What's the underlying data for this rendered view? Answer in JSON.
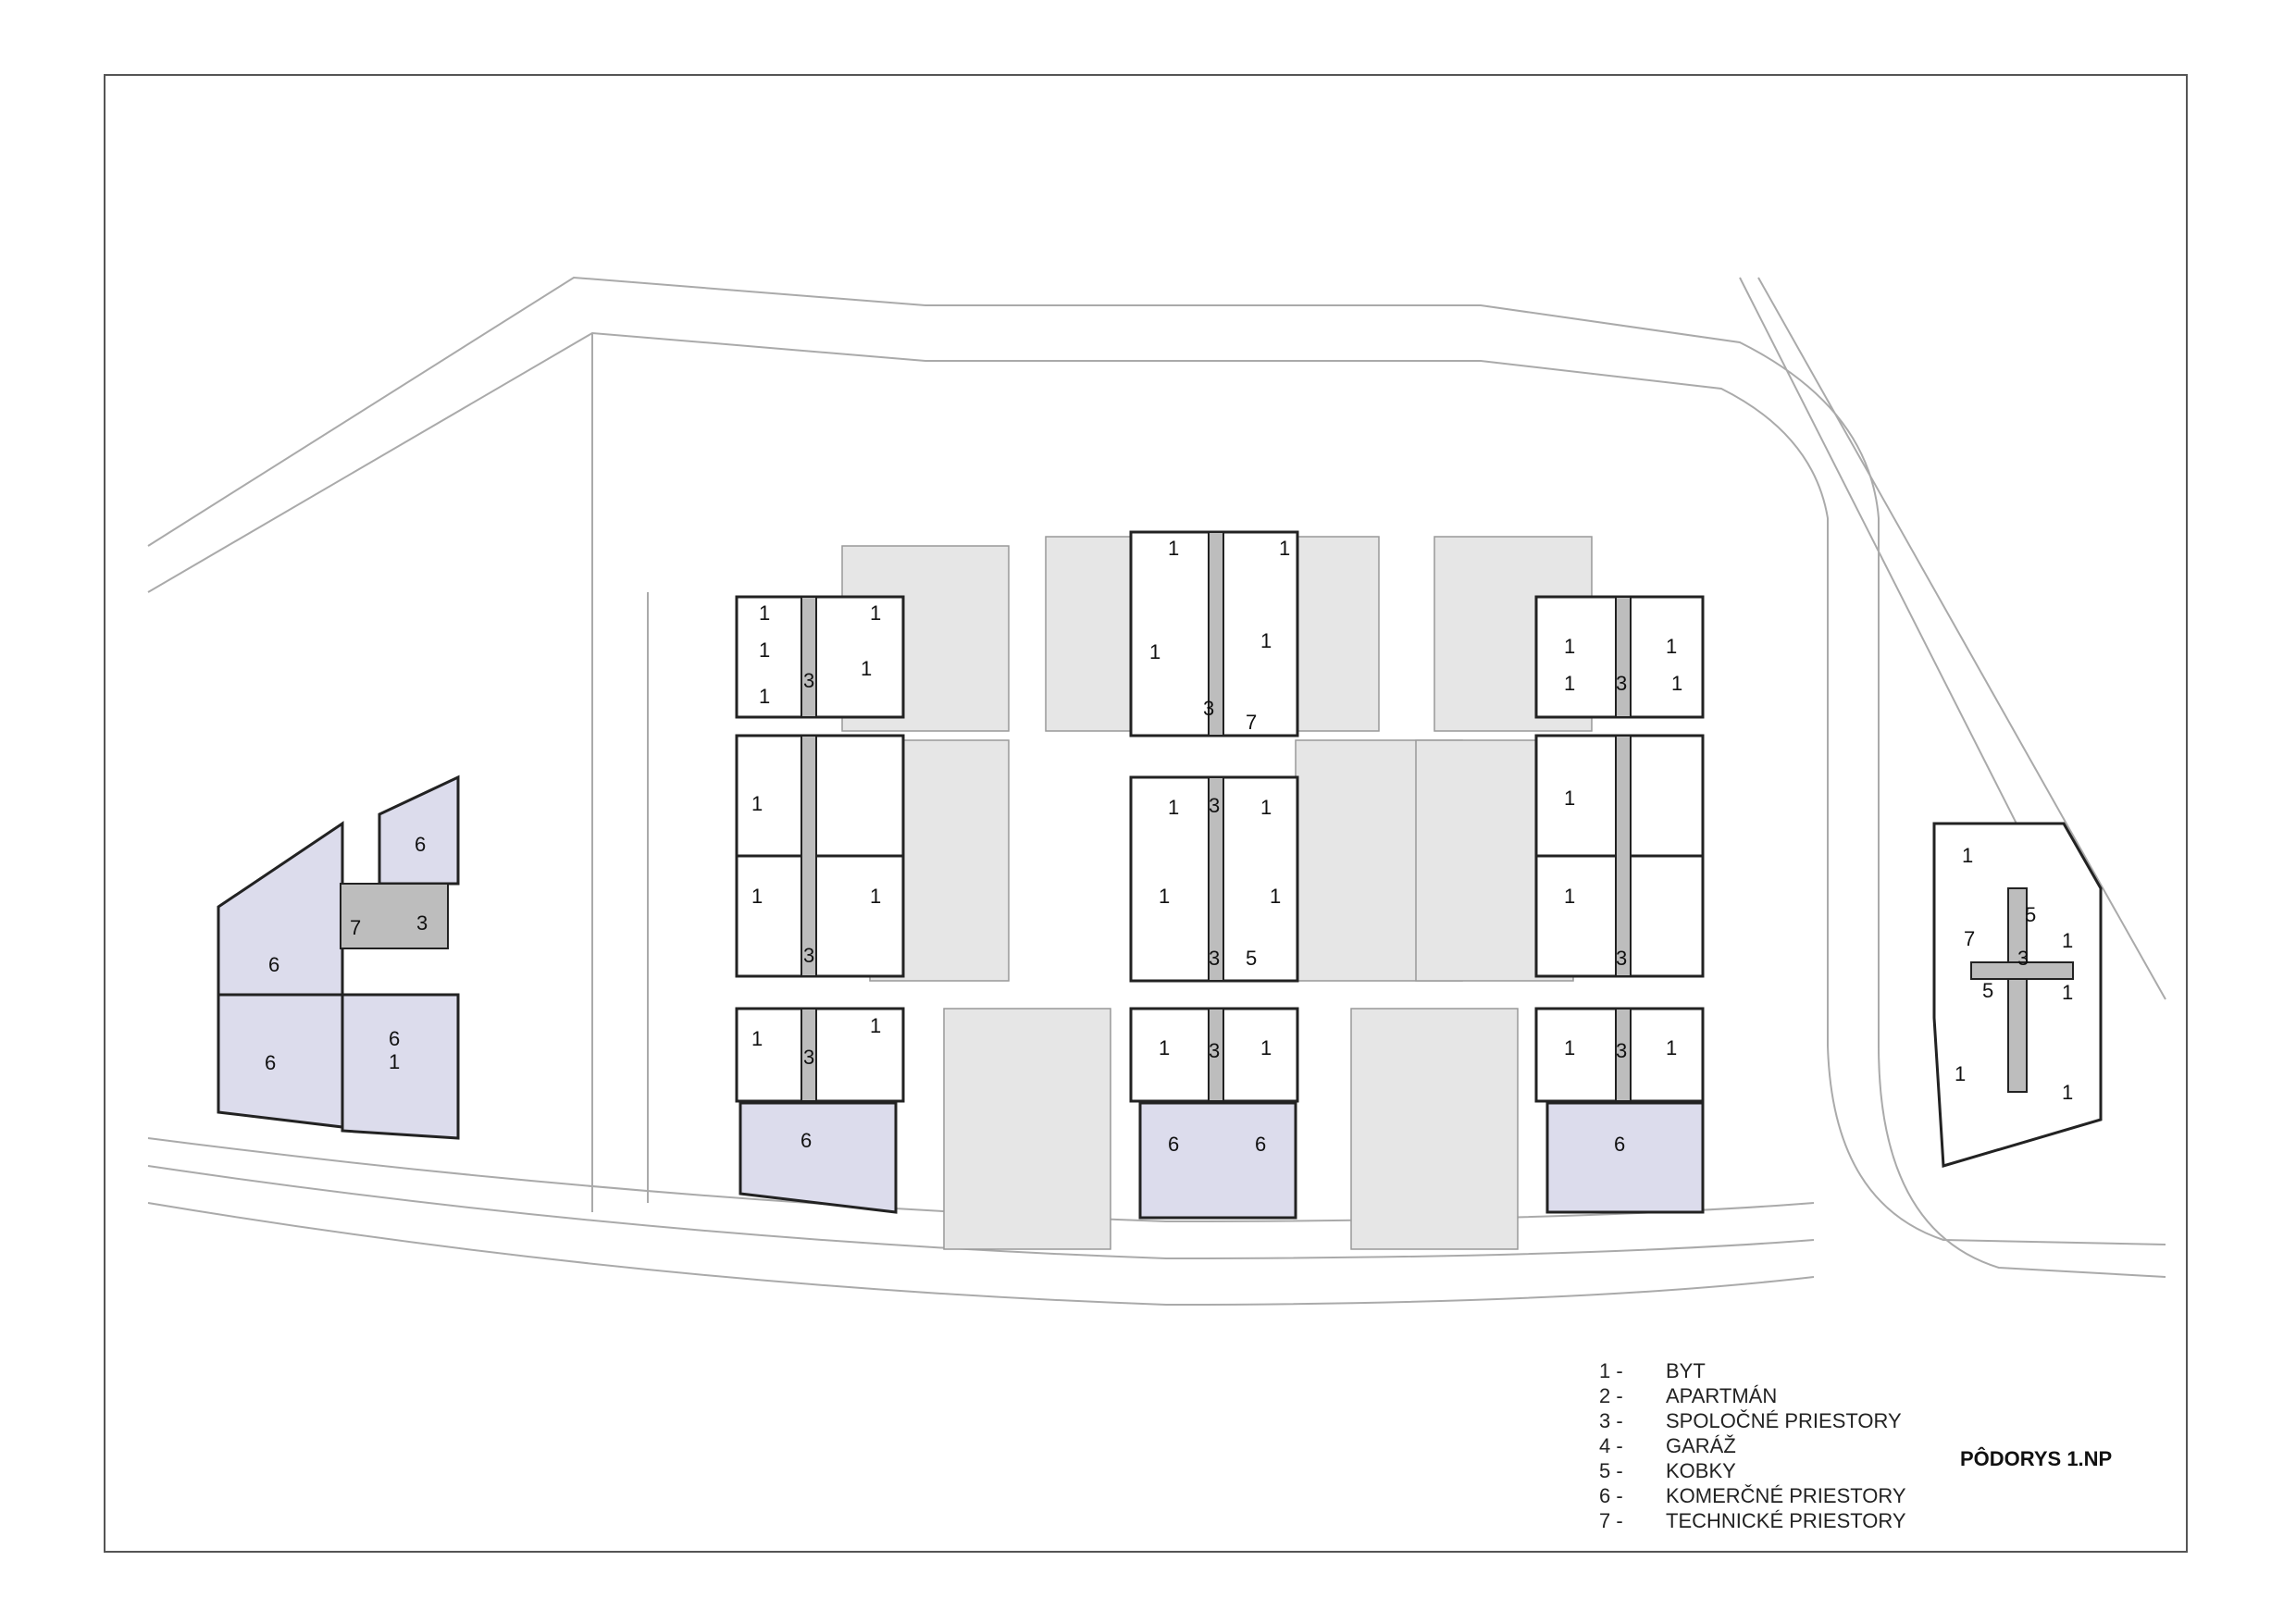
{
  "title": "PÔDORYS 1.NP",
  "legend": [
    {
      "num": "1 -",
      "label": "BYT"
    },
    {
      "num": "2 -",
      "label": "APARTMÁN"
    },
    {
      "num": "3 -",
      "label": "SPOLOČNÉ PRIESTORY"
    },
    {
      "num": "4 -",
      "label": "GARÁŽ"
    },
    {
      "num": "5 -",
      "label": "KOBKY"
    },
    {
      "num": "6 -",
      "label": "KOMERČNÉ PRIESTORY"
    },
    {
      "num": "7 -",
      "label": "TECHNICKÉ PRIESTORY"
    }
  ],
  "room_labels": {
    "byt": "1",
    "spolocne": "3",
    "kobky": "5",
    "komercne": "6",
    "technicke": "7"
  },
  "colors": {
    "commercial": "#dcdcec",
    "core": "#bdbdbd",
    "courtyard": "#e4e4e4",
    "line": "#999999",
    "wall": "#222222"
  }
}
